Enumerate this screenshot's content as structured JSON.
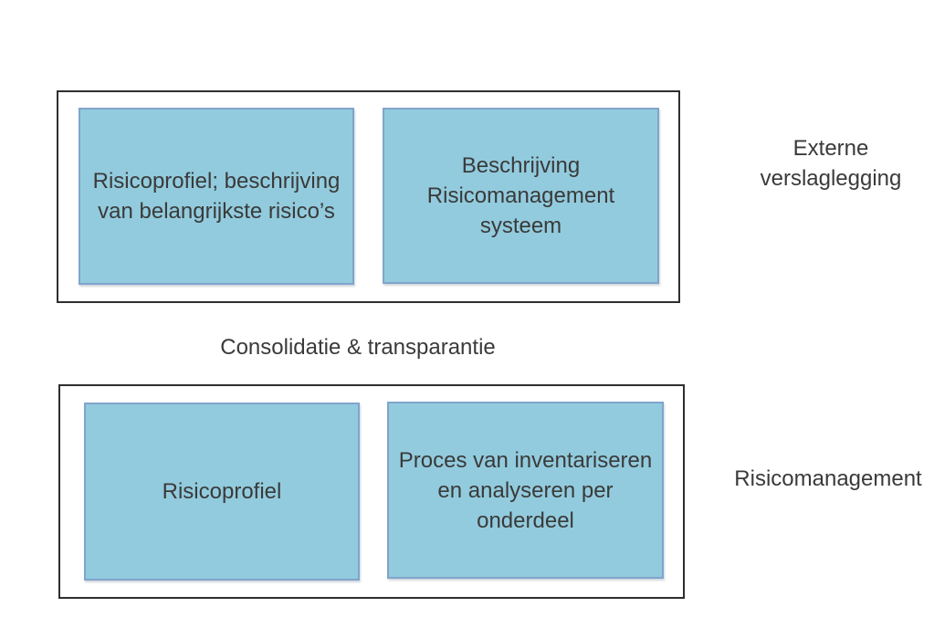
{
  "colors": {
    "background": "#ffffff",
    "box_fill": "#92cbdd",
    "box_border": "#80a4cc",
    "container_border": "#2e2e2e",
    "text": "#3a3a3a"
  },
  "external_reporting_row": {
    "label": "Externe\nverslaglegging",
    "boxes": [
      {
        "text": "Risicoprofiel; beschrijving\nvan belangrijkste risico’s"
      },
      {
        "text": "Beschrijving\nRisicomanagement\nsysteem"
      }
    ]
  },
  "middle_label": "Consolidatie & transparantie",
  "risk_management_row": {
    "label": "Risicomanagement",
    "boxes": [
      {
        "text": "Risicoprofiel"
      },
      {
        "text": "Proces van inventariseren\nen analyseren per\nonderdeel"
      }
    ]
  }
}
